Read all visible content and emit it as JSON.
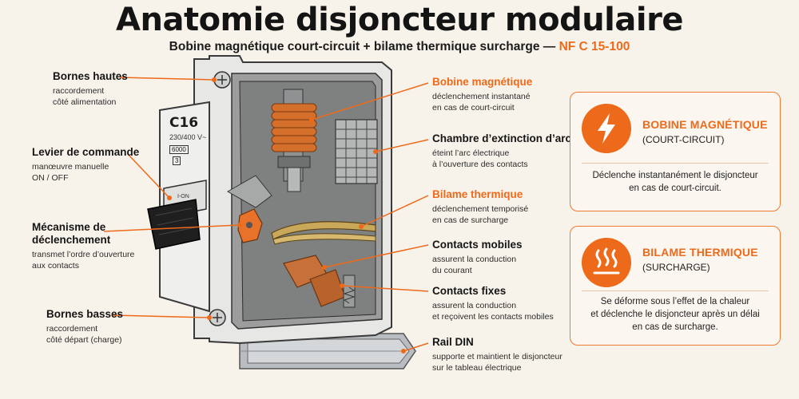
{
  "title": "Anatomie disjoncteur modulaire",
  "subtitle": {
    "text": "Bobine magnétique court-circuit + bilame thermique surcharge —",
    "accent": "NF C 15-100"
  },
  "colors": {
    "accent": "#ee6a1b",
    "background": "#f8f3ea",
    "copper": "#c86a2c"
  },
  "device": {
    "rating": "C16",
    "voltage": "230/400 V~",
    "capacity": "6000",
    "class": "3",
    "switch": "I-ON"
  },
  "left_labels": [
    {
      "title": "Bornes hautes",
      "desc": [
        "raccordement",
        "côté alimentation"
      ]
    },
    {
      "title": "Levier de commande",
      "desc": [
        "manœuvre manuelle",
        "ON / OFF"
      ]
    },
    {
      "title": "Mécanisme de",
      "title2": "déclenchement",
      "desc": [
        "transmet l’ordre d’ouverture",
        "aux contacts"
      ]
    },
    {
      "title": "Bornes basses",
      "desc": [
        "raccordement",
        "côté départ (charge)"
      ]
    }
  ],
  "right_labels": [
    {
      "title": "Bobine magnétique",
      "orange": true,
      "desc": [
        "déclenchement instantané",
        "en cas de court-circuit"
      ]
    },
    {
      "title": "Chambre d’extinction d’arc",
      "desc": [
        "éteint l’arc électrique",
        "à l’ouverture des contacts"
      ]
    },
    {
      "title": "Bilame thermique",
      "orange": true,
      "desc": [
        "déclenchement temporisé",
        "en cas de surcharge"
      ]
    },
    {
      "title": "Contacts mobiles",
      "desc": [
        "assurent la conduction",
        "du courant"
      ]
    },
    {
      "title": "Contacts fixes",
      "desc": [
        "assurent la conduction",
        "et reçoivent les contacts mobiles"
      ]
    },
    {
      "title": "Rail DIN",
      "desc": [
        "supporte et maintient le disjoncteur",
        "sur le tableau électrique"
      ]
    }
  ],
  "cards": [
    {
      "icon": "lightning-icon",
      "title": "BOBINE MAGNÉTIQUE",
      "subtitle": "(COURT-CIRCUIT)",
      "desc": [
        "Déclenche instantanément le disjoncteur",
        "en cas de court-circuit."
      ]
    },
    {
      "icon": "heat-waves-icon",
      "title": "BILAME THERMIQUE",
      "subtitle": "(SURCHARGE)",
      "desc": [
        "Se déforme sous l’effet de la chaleur",
        "et déclenche le disjoncteur après un délai",
        "en cas de surcharge."
      ]
    }
  ]
}
